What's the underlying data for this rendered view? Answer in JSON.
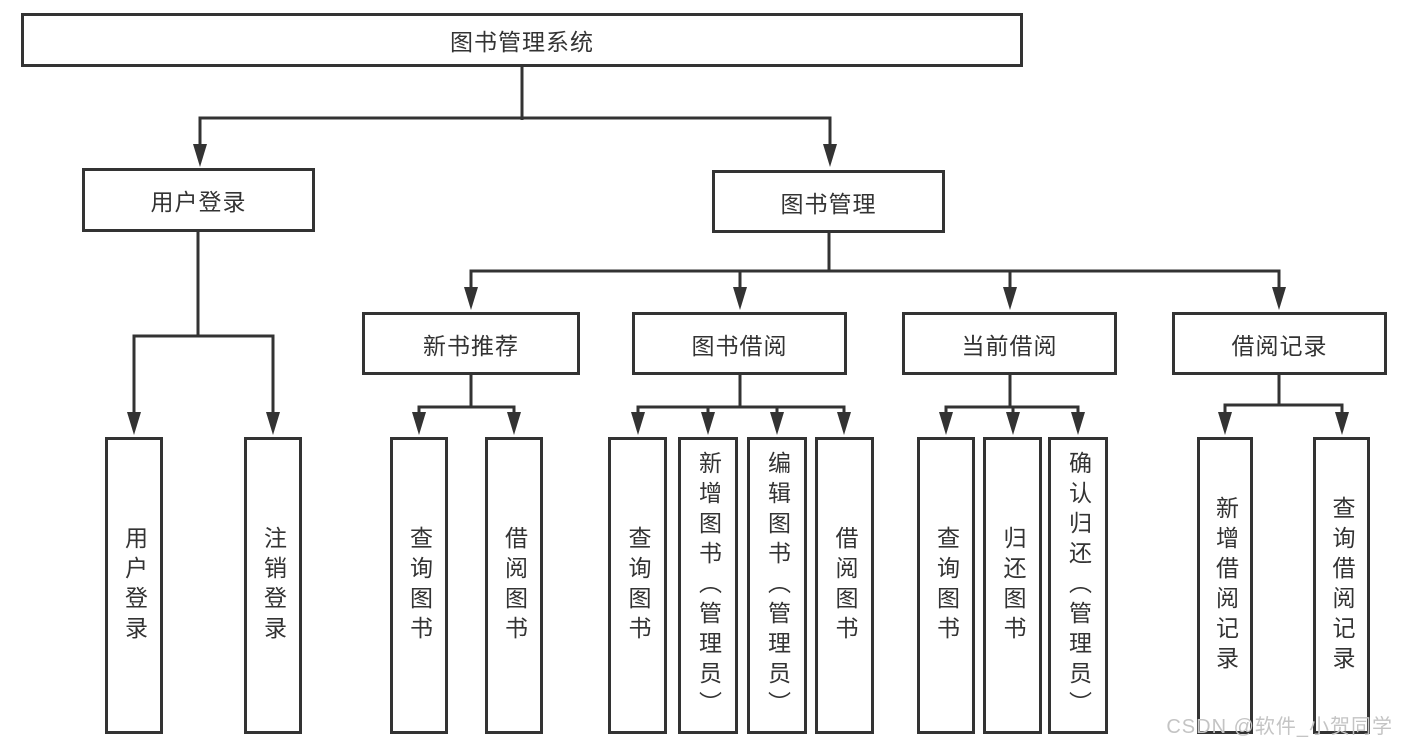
{
  "diagram": {
    "title": "图书管理系统",
    "level1": [
      {
        "id": "user-login",
        "label": "用户登录"
      },
      {
        "id": "book-management",
        "label": "图书管理"
      }
    ],
    "level2": [
      {
        "id": "new-book-recommend",
        "label": "新书推荐"
      },
      {
        "id": "book-borrow",
        "label": "图书借阅"
      },
      {
        "id": "current-borrow",
        "label": "当前借阅"
      },
      {
        "id": "borrow-records",
        "label": "借阅记录"
      }
    ],
    "leaves": [
      {
        "label": "用户登录"
      },
      {
        "label": "注销登录"
      },
      {
        "label": "查询图书"
      },
      {
        "label": "借阅图书"
      },
      {
        "label": "查询图书"
      },
      {
        "label": "新增图书（管理员）"
      },
      {
        "label": "编辑图书（管理员）"
      },
      {
        "label": "借阅图书"
      },
      {
        "label": "查询图书"
      },
      {
        "label": "归还图书"
      },
      {
        "label": "确认归还（管理员）"
      },
      {
        "label": "新增借阅记录"
      },
      {
        "label": "查询借阅记录"
      }
    ]
  },
  "watermark": "CSDN @软件_小贺同学",
  "colors": {
    "line": "#333333",
    "text": "#333333",
    "box_background": "#ffffff",
    "watermark": "#c4c4c4",
    "background": "#ffffff"
  }
}
